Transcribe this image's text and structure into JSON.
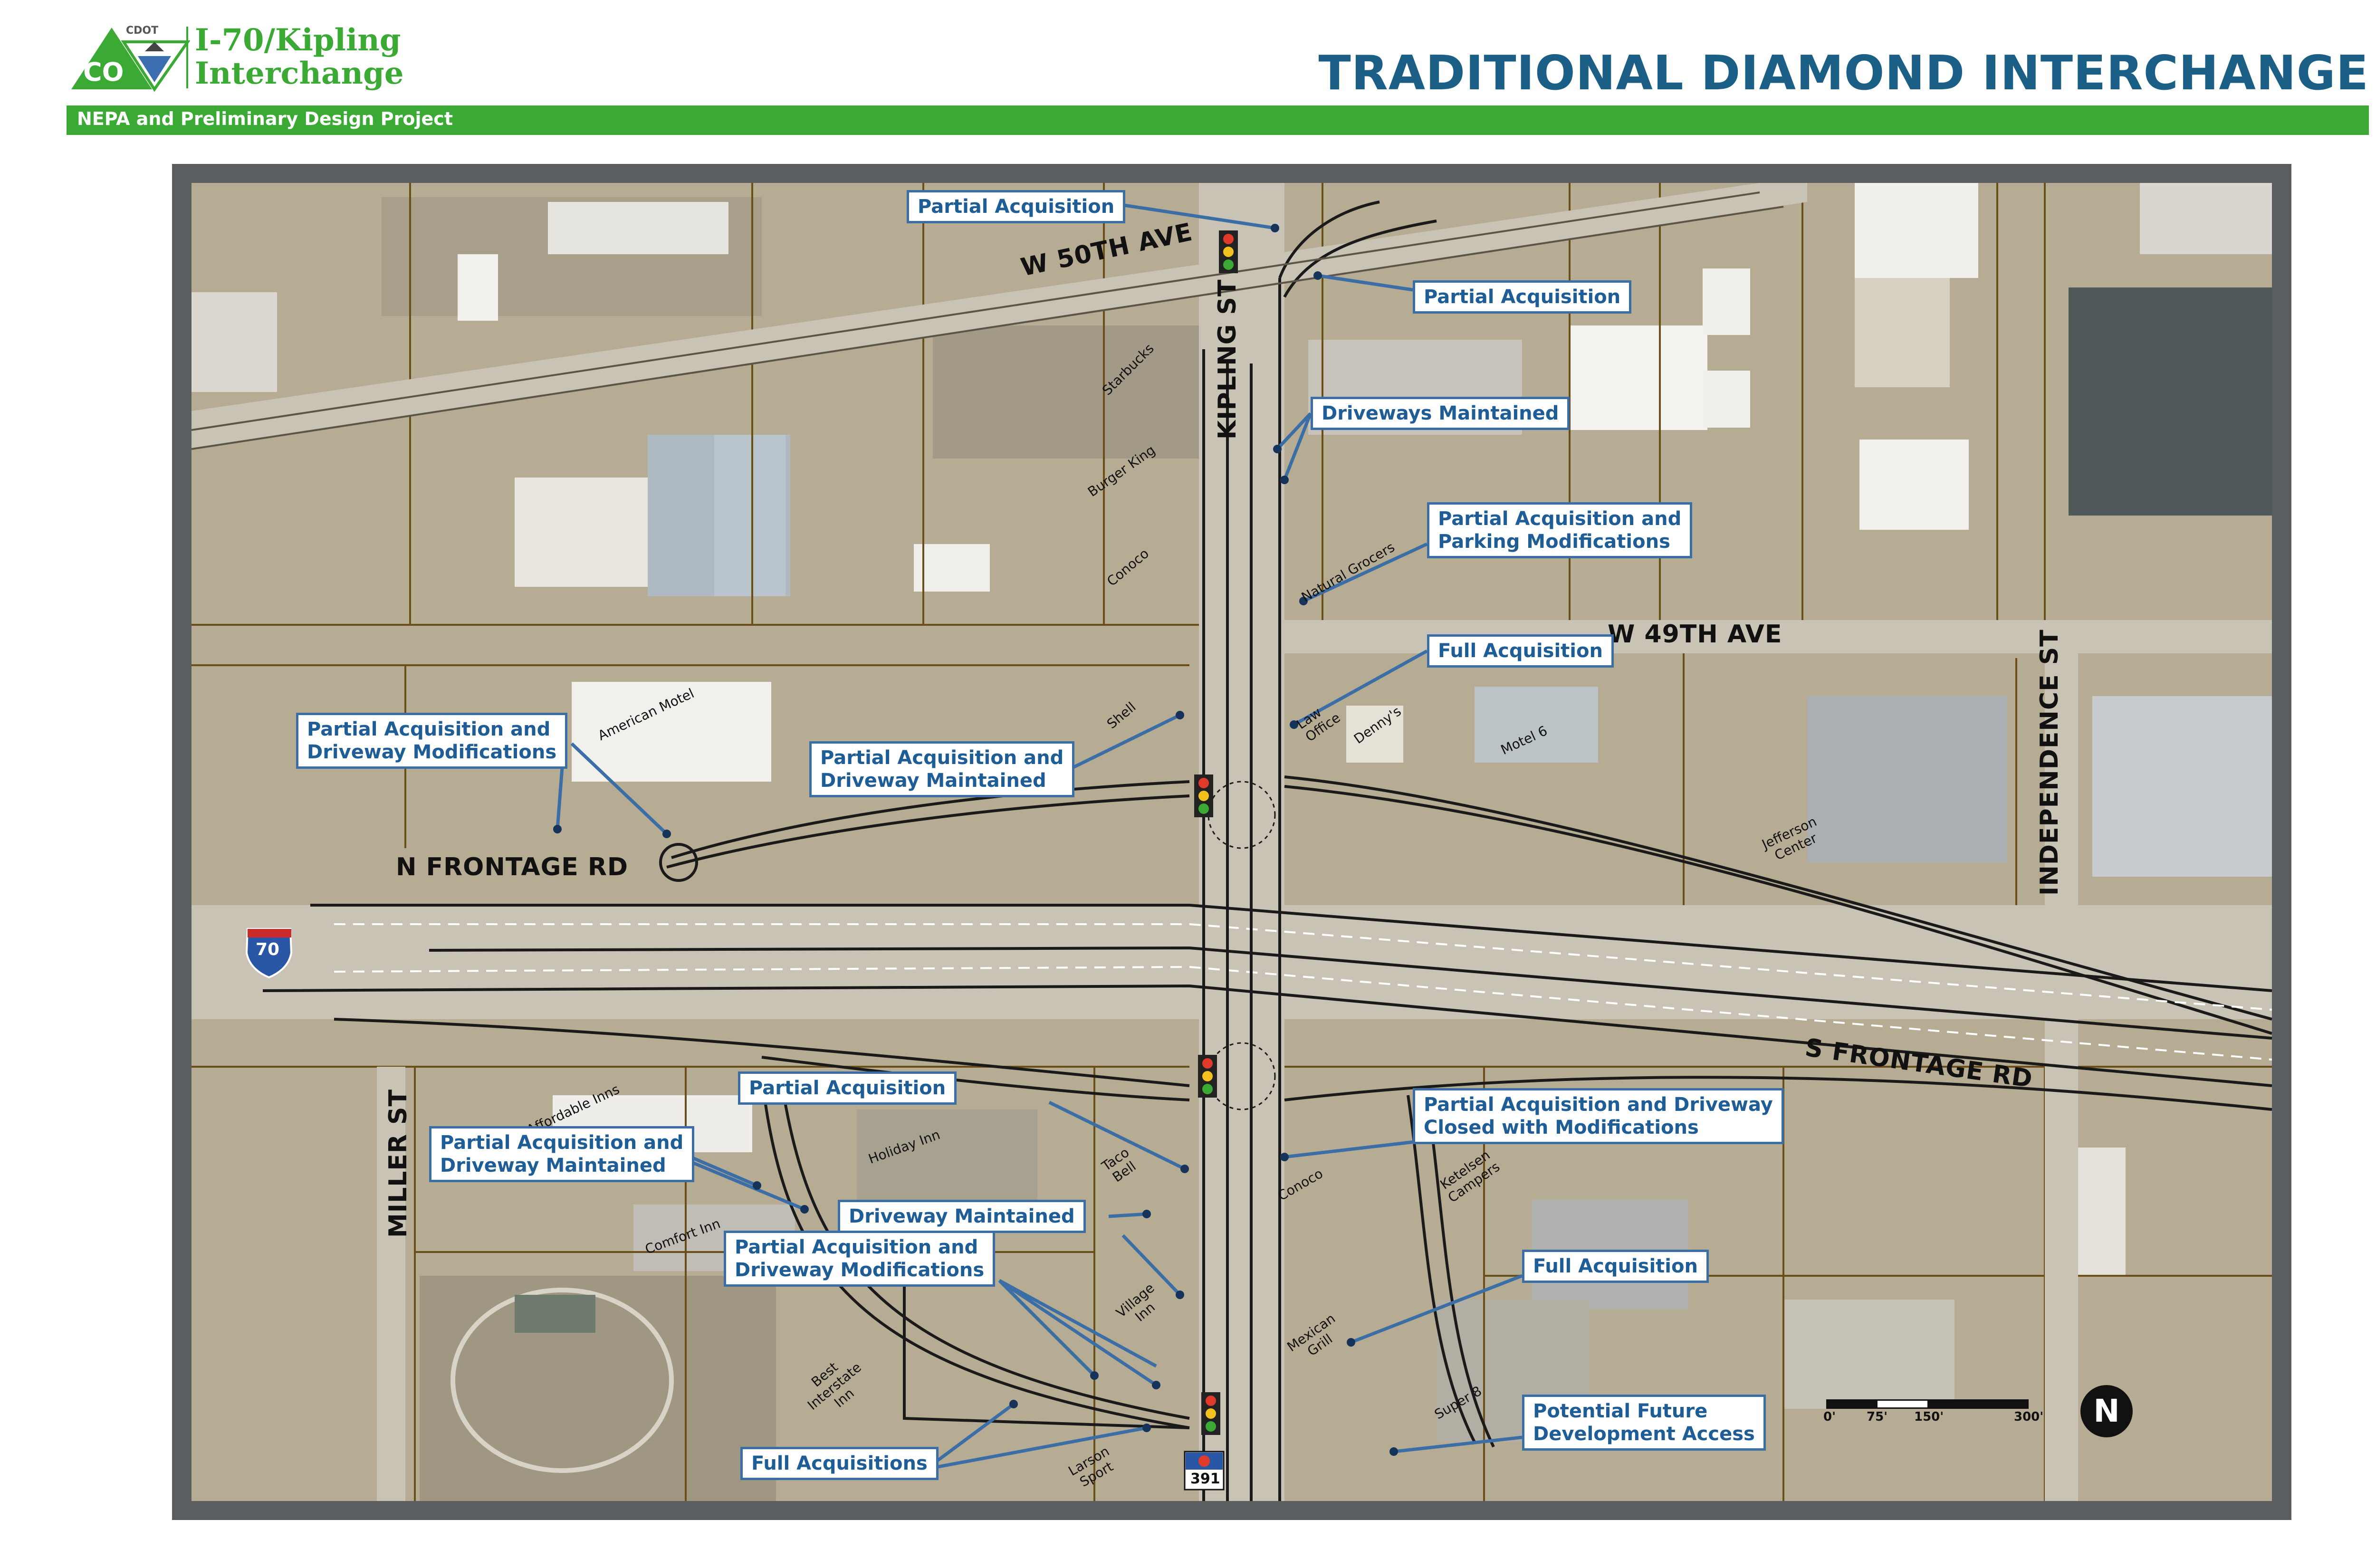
{
  "header": {
    "agency": "CDOT",
    "logo_letters": "CO",
    "project_name_line1": "I-70/Kipling",
    "project_name_line2": "Interchange",
    "subtitle": "NEPA and Preliminary Design Project",
    "title": "TRADITIONAL DIAMOND INTERCHANGE"
  },
  "streets": {
    "w50": "W 50TH AVE",
    "kipling": "KIPLING ST",
    "w49": "W 49TH AVE",
    "independence": "INDEPENDENCE ST",
    "n_frontage": "N FRONTAGE RD",
    "s_frontage": "S FRONTAGE RD",
    "miller": "MILLER ST",
    "i70_shield": "70",
    "sh391_shield": "391"
  },
  "businesses": {
    "starbucks": "Starbucks",
    "burger_king": "Burger King",
    "conoco_n": "Conoco",
    "natural_grocers": "Natural Grocers",
    "american_motel": "American Motel",
    "shell": "Shell",
    "law_office_1": "Law",
    "law_office_2": "Office",
    "dennys": "Denny's",
    "motel6": "Motel 6",
    "jefferson_1": "Jefferson",
    "jefferson_2": "Center",
    "affordable_inns": "Affordable Inns",
    "holiday_inn": "Holiday Inn",
    "comfort_inn": "Comfort Inn",
    "taco_bell_1": "Taco",
    "taco_bell_2": "Bell",
    "conoco_s": "Conoco",
    "ketelsen_1": "Ketelsen",
    "ketelsen_2": "Campers",
    "village_inn_1": "Village",
    "village_inn_2": "Inn",
    "mexican_grill_1": "Mexican",
    "mexican_grill_2": "Grill",
    "best_interstate_1": "Best",
    "best_interstate_2": "Interstate",
    "best_interstate_3": "Inn",
    "super8": "Super 8",
    "larson_1": "Larson",
    "larson_2": "Sport"
  },
  "callouts": {
    "c1": "Partial Acquisition",
    "c2": "Partial Acquisition",
    "c3": "Driveways Maintained",
    "c4_line1": "Partial Acquisition and",
    "c4_line2": "Parking Modifications",
    "c5": "Full Acquisition",
    "c6_line1": "Partial Acquisition and",
    "c6_line2": "Driveway Modifications",
    "c7_line1": "Partial Acquisition and",
    "c7_line2": "Driveway Maintained",
    "c8": "Partial Acquisition",
    "c9_line1": "Partial Acquisition and",
    "c9_line2": "Driveway Maintained",
    "c10": "Driveway Maintained",
    "c11_line1": "Partial Acquisition and",
    "c11_line2": "Driveway Modifications",
    "c12_line1": "Partial Acquisition and Driveway",
    "c12_line2": "Closed with Modifications",
    "c13": "Full Acquisition",
    "c14_line1": "Potential Future",
    "c14_line2": "Development Access",
    "c15": "Full Acquisitions"
  },
  "scale": {
    "t0": "0'",
    "t1": "75'",
    "t2": "150'",
    "t3": "300'"
  },
  "north_letter": "N",
  "colors": {
    "brand_green": "#3aaa35",
    "title_blue": "#1b5f86",
    "callout_border": "#3c6ea6",
    "frame": "#5a5e60"
  }
}
